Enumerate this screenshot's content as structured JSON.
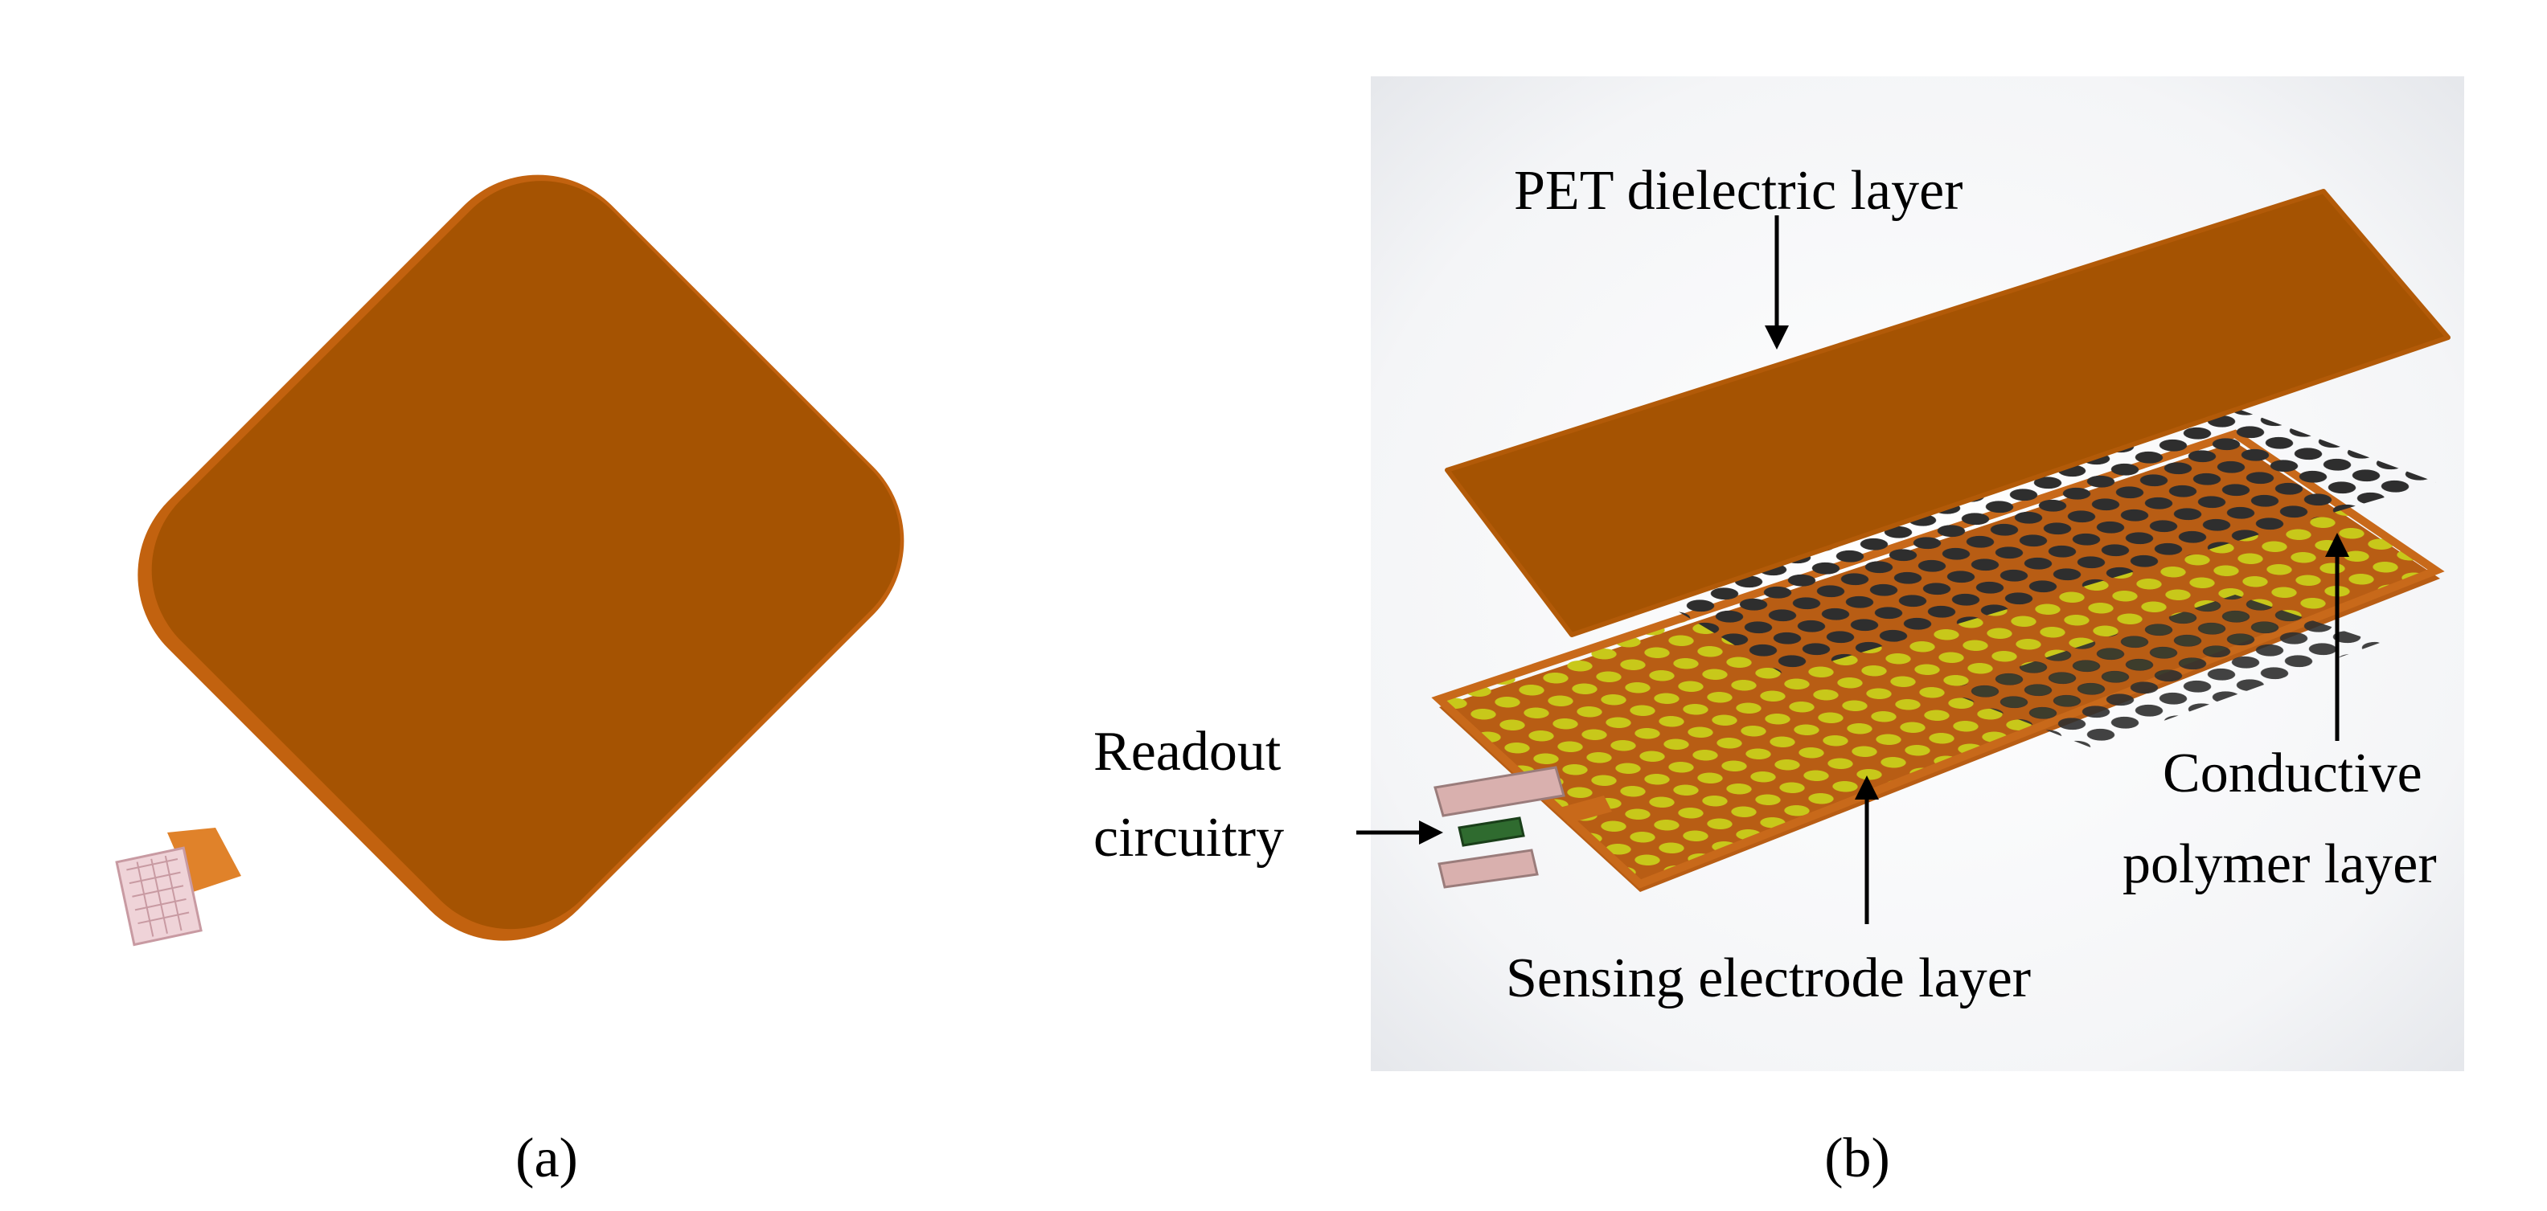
{
  "panels": {
    "a": {
      "caption": "(a)"
    },
    "b": {
      "caption": "(b)",
      "labels": {
        "pet": "PET dielectric layer",
        "readout_line1": "Readout",
        "readout_line2": "circuitry",
        "conductive_line1": "Conductive",
        "conductive_line2": "polymer layer",
        "sensing": "Sensing electrode layer"
      }
    }
  },
  "colors": {
    "pet_layer": "#a55302",
    "pet_edge": "#c2620f",
    "electrode_board": "#c8691a",
    "electrode_dot": "#c8c81a",
    "polymer_dot": "#2e2e2e",
    "connector": "#e0822a"
  }
}
